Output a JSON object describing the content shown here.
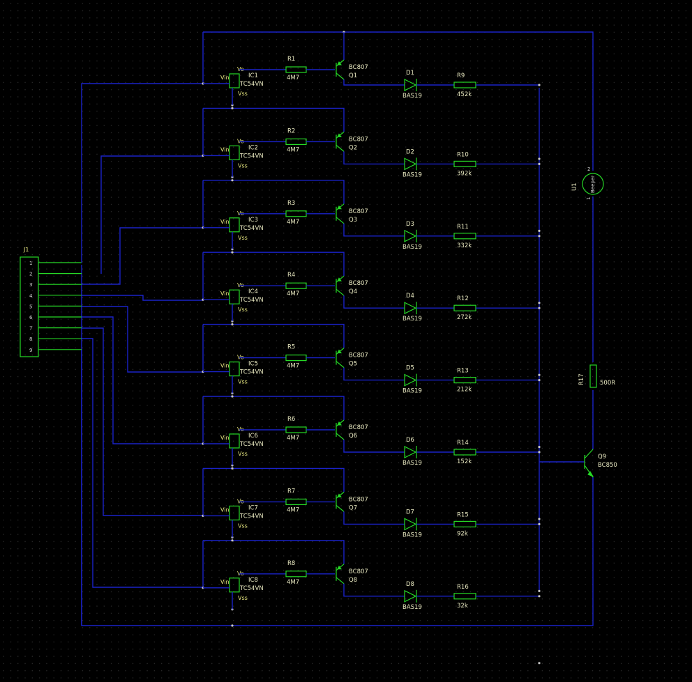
{
  "connector": {
    "ref": "J1",
    "pins": [
      "1",
      "2",
      "3",
      "4",
      "5",
      "6",
      "7",
      "8",
      "9"
    ]
  },
  "stages": [
    {
      "ic": "IC1",
      "ic_value": "TC54VN",
      "r": "R1",
      "r_value": "4M7",
      "q": "Q1",
      "q_value": "BC807",
      "d": "D1",
      "d_value": "BAS19",
      "rl": "R9",
      "rl_value": "452k"
    },
    {
      "ic": "IC2",
      "ic_value": "TC54VN",
      "r": "R2",
      "r_value": "4M7",
      "q": "Q2",
      "q_value": "BC807",
      "d": "D2",
      "d_value": "BAS19",
      "rl": "R10",
      "rl_value": "392k"
    },
    {
      "ic": "IC3",
      "ic_value": "TC54VN",
      "r": "R3",
      "r_value": "4M7",
      "q": "Q3",
      "q_value": "BC807",
      "d": "D3",
      "d_value": "BAS19",
      "rl": "R11",
      "rl_value": "332k"
    },
    {
      "ic": "IC4",
      "ic_value": "TC54VN",
      "r": "R4",
      "r_value": "4M7",
      "q": "Q4",
      "q_value": "BC807",
      "d": "D4",
      "d_value": "BAS19",
      "rl": "R12",
      "rl_value": "272k"
    },
    {
      "ic": "IC5",
      "ic_value": "TC54VN",
      "r": "R5",
      "r_value": "4M7",
      "q": "Q5",
      "q_value": "BC807",
      "d": "D5",
      "d_value": "BAS19",
      "rl": "R13",
      "rl_value": "212k"
    },
    {
      "ic": "IC6",
      "ic_value": "TC54VN",
      "r": "R6",
      "r_value": "4M7",
      "q": "Q6",
      "q_value": "BC807",
      "d": "D6",
      "d_value": "BAS19",
      "rl": "R14",
      "rl_value": "152k"
    },
    {
      "ic": "IC7",
      "ic_value": "TC54VN",
      "r": "R7",
      "r_value": "4M7",
      "q": "Q7",
      "q_value": "BC807",
      "d": "D7",
      "d_value": "BAS19",
      "rl": "R15",
      "rl_value": "92k"
    },
    {
      "ic": "IC8",
      "ic_value": "TC54VN",
      "r": "R8",
      "r_value": "4M7",
      "q": "Q8",
      "q_value": "BC807",
      "d": "D8",
      "d_value": "BAS19",
      "rl": "R16",
      "rl_value": "32k"
    }
  ],
  "ic_pins": {
    "vin": "Vin",
    "vo": "Vo",
    "vss": "Vss"
  },
  "buzzer": {
    "ref": "U1",
    "value": "Beeper",
    "pin1": "1",
    "pin2": "2"
  },
  "series_resistor": {
    "ref": "R17",
    "value": "500R"
  },
  "driver": {
    "ref": "Q9",
    "value": "BC850"
  },
  "colors": {
    "background": "#000000",
    "wire": "#1a22c8",
    "component": "#26d926",
    "text": "#e8e8c0"
  }
}
